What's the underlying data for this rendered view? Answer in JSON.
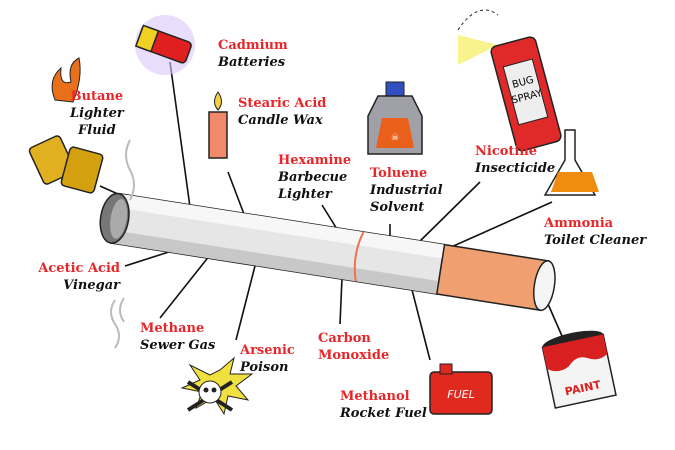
{
  "title_items": [
    {
      "name": "Cadmium",
      "desc": [
        "Batteries"
      ]
    },
    {
      "name": "Butane",
      "desc": [
        "Lighter",
        "Fluid"
      ]
    },
    {
      "name": "Stearic Acid",
      "desc": [
        "Candle Wax"
      ]
    },
    {
      "name": "Hexamine",
      "desc": [
        "Barbecue",
        "Lighter"
      ]
    },
    {
      "name": "Toluene",
      "desc": [
        "Industrial",
        "Solvent"
      ]
    },
    {
      "name": "Nicotine",
      "desc": [
        "Insecticide"
      ]
    },
    {
      "name": "Ammonia",
      "desc": [
        "Toilet Cleaner"
      ]
    },
    {
      "name": "Acetic Acid",
      "desc": [
        "Vinegar"
      ]
    },
    {
      "name": "Methane",
      "desc": [
        "Sewer Gas"
      ]
    },
    {
      "name": "Arsenic",
      "desc": [
        "Poison"
      ]
    },
    {
      "name": "Carbon",
      "desc": [
        "Monoxide"
      ]
    },
    {
      "name": "Methanol",
      "desc": [
        "Rocket Fuel"
      ]
    }
  ],
  "icons": {
    "bug_spray": [
      "BUG",
      "SPRAY"
    ],
    "fuel": "FUEL",
    "paint": "PAINT"
  },
  "colors": {
    "label_red": "#e8262a",
    "filter": "#f0a070",
    "paper": "#e6e6e6"
  }
}
